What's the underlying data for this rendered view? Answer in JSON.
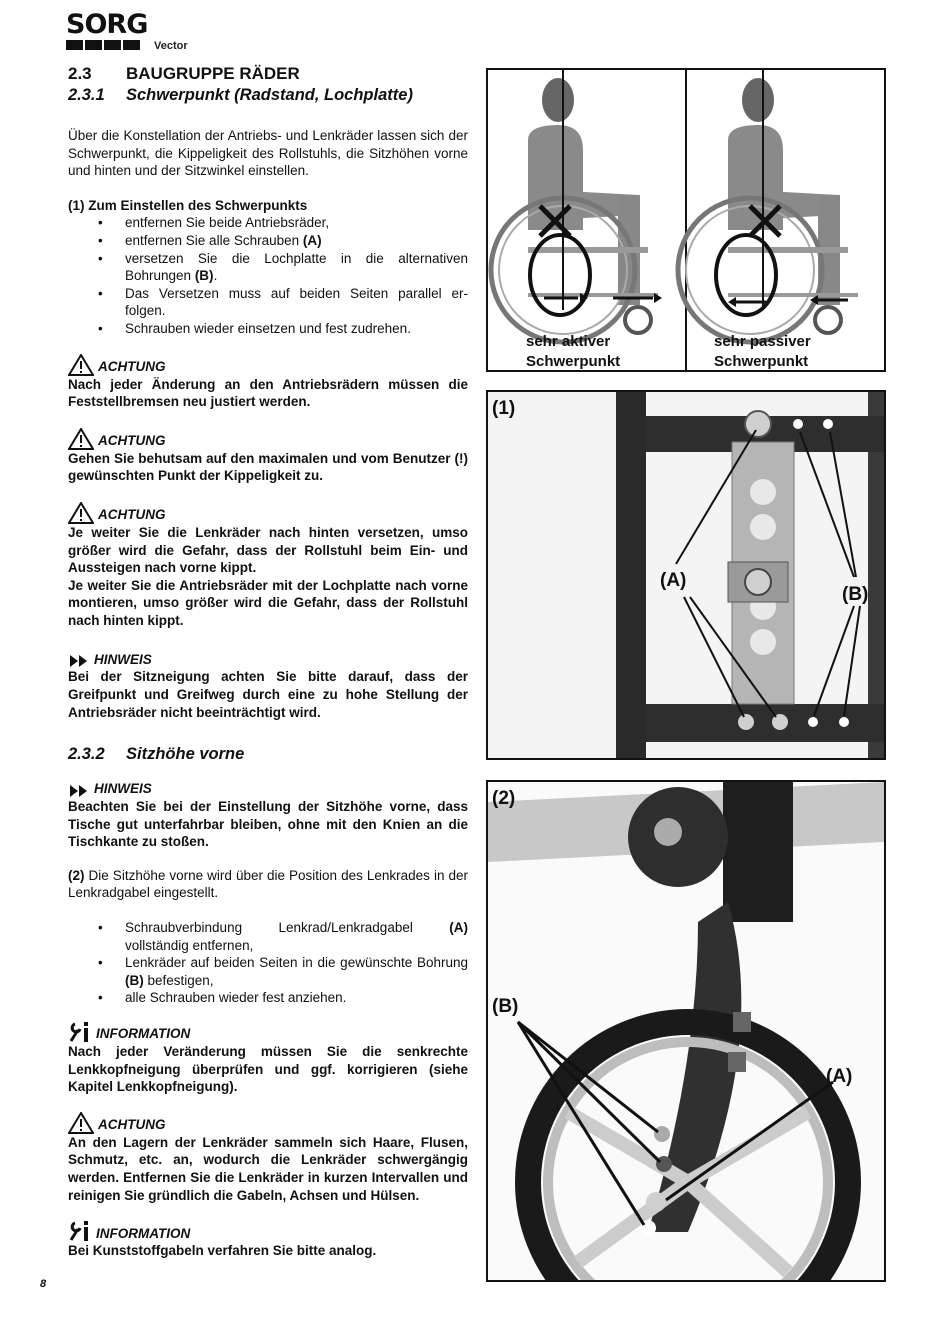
{
  "header": {
    "brand": "SORG",
    "model": "Vector"
  },
  "section": {
    "number": "2.3",
    "title": "BAUGRUPPE RÄDER"
  },
  "subsection1": {
    "number": "2.3.1",
    "title": "Schwerpunkt (Radstand, Lochplatte)"
  },
  "intro": "Über die Konstellation der Antriebs- und Lenkräder lassen sich der Schwerpunkt, die Kippeligkeit des Rollstuhls, die Sitzhöhen vorne und hinten und der Sitzwinkel einstellen.",
  "step1": {
    "heading": "(1) Zum Einstellen des Schwerpunkts",
    "items": [
      {
        "text": "entfernen Sie beide Antriebsräder,",
        "ref": ""
      },
      {
        "text": "entfernen Sie alle Schrauben ",
        "ref": "(A)"
      },
      {
        "text": "versetzen Sie die Lochplatte in die alternativen Bohrungen ",
        "ref": "(B)",
        "after": "."
      },
      {
        "text": "Das Versetzen muss auf beiden Seiten parallel er- folgen.",
        "ref": ""
      },
      {
        "text": "Schrauben wieder einsetzen und fest zudrehen.",
        "ref": ""
      }
    ]
  },
  "notes1": [
    {
      "type": "ACHTUNG",
      "body": "Nach jeder Änderung an den Antriebsrädern müssen die Feststellbremsen neu justiert werden."
    },
    {
      "type": "ACHTUNG",
      "body": "Gehen Sie behutsam auf den maximalen und vom Benutzer (!) gewünschten Punkt der Kippeligkeit zu."
    },
    {
      "type": "ACHTUNG",
      "body": "Je weiter Sie die Lenkräder nach hinten versetzen, umso größer wird die Gefahr, dass der Rollstuhl beim Ein- und Aussteigen nach vorne kippt.",
      "body2": "Je weiter Sie die Antriebsräder mit der Lochplatte nach vorne montieren, umso größer wird die Gefahr, dass der Rollstuhl nach hinten kippt."
    },
    {
      "type": "HINWEIS",
      "body": "Bei der Sitzneigung achten Sie bitte darauf, dass der Greifpunkt und Greifweg durch eine zu hohe Stellung der Antriebsräder nicht beeinträchtigt wird."
    }
  ],
  "subsection2": {
    "number": "2.3.2",
    "title": "Sitzhöhe vorne"
  },
  "hinweis2": {
    "type": "HINWEIS",
    "body": "Beachten Sie bei der Einstellung der Sitzhöhe vorne, dass Tische gut unterfahrbar bleiben, ohne mit den Knien an die Tischkante zu stoßen."
  },
  "step2": {
    "ref": "(2)",
    "text": " Die Sitzhöhe vorne wird über die Position des Lenkrades in der Lenkradgabel eingestellt.",
    "items": [
      {
        "text": "Schraubverbindung Lenkrad/Lenkradgabel ",
        "ref": "(A)",
        "after": " vollständig entfernen,"
      },
      {
        "text": "Lenkräder auf beiden Seiten in die gewünschte Bohrung ",
        "ref": "(B)",
        "after": " befestigen,"
      },
      {
        "text": "alle Schrauben wieder fest anziehen.",
        "ref": ""
      }
    ]
  },
  "notes2": [
    {
      "type": "INFORMATION",
      "body": "Nach jeder Veränderung müssen Sie die senkrechte Lenkkopfneigung überprüfen und ggf. korrigieren (siehe Kapitel Lenkkopfneigung)."
    },
    {
      "type": "ACHTUNG",
      "body": "An den Lagern der Lenkräder sammeln sich Haare, Flusen, Schmutz, etc. an, wodurch die Lenkräder schwergängig werden. Entfernen Sie die Lenkräder in kurzen Intervallen und reinigen Sie gründlich die Gabeln, Achsen und Hülsen."
    },
    {
      "type": "INFORMATION",
      "body": "Bei Kunststoffgabeln verfahren Sie bitte analog."
    }
  ],
  "figure_top": {
    "left_caption_1": "sehr aktiver",
    "left_caption_2": "Schwerpunkt",
    "right_caption_1": "sehr passiver",
    "right_caption_2": "Schwerpunkt"
  },
  "figure_1": {
    "label": "(1)",
    "label_a": "(A)",
    "label_b": "(B)"
  },
  "figure_2": {
    "label": "(2)",
    "label_a": "(A)",
    "label_b": "(B)"
  },
  "page_number": "8"
}
